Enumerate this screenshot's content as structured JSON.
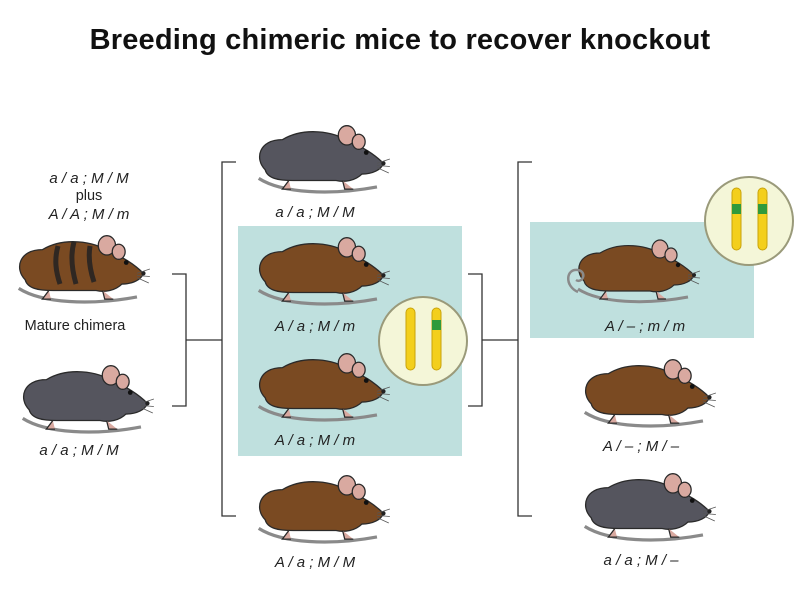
{
  "title": "Breeding chimeric mice to recover knockout",
  "parents": {
    "chimera_genotype_line1": "a / a ; M / M",
    "chimera_plus": "plus",
    "chimera_genotype_line2": "A / A ; M / m",
    "chimera_caption": "Mature chimera",
    "mate_genotype": "a / a ; M / M"
  },
  "f1": [
    {
      "genotype": "a / a ; M / M",
      "coat": "black"
    },
    {
      "genotype": "A / a ; M / m",
      "coat": "brown"
    },
    {
      "genotype": "A / a ; M / m",
      "coat": "brown"
    },
    {
      "genotype": "A / a ; M / M",
      "coat": "brown"
    }
  ],
  "f2": [
    {
      "genotype": "A / – ; m / m",
      "coat": "brown"
    },
    {
      "genotype": "A / – ; M / –",
      "coat": "brown"
    },
    {
      "genotype": "a / a ; M / –",
      "coat": "black"
    }
  ],
  "colors": {
    "panel": "#bfe0de",
    "brown_coat": "#7a4a22",
    "black_coat": "#55555e",
    "chromosome": "#f3cf1c",
    "knockout_band": "#2f9a3c",
    "lines": "#333333"
  }
}
